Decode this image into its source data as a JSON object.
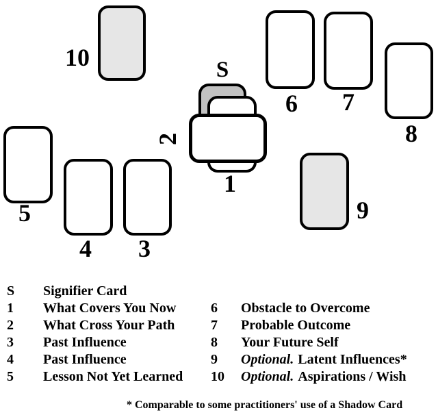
{
  "colors": {
    "card_border": "#000000",
    "card_fill": "#ffffff",
    "shaded_card_fill": "#e6e6e6",
    "signifier_card_fill": "#c2c2c2",
    "text": "#000000"
  },
  "spread": {
    "card_labels": {
      "s": "S",
      "p1": "1",
      "p2": "2",
      "p3": "3",
      "p4": "4",
      "p5": "5",
      "p6": "6",
      "p7": "7",
      "p8": "8",
      "p9": "9",
      "p10": "10"
    }
  },
  "legend": {
    "left": [
      {
        "key": "S",
        "text": "Signifier Card"
      },
      {
        "key": "1",
        "text": "What Covers You Now"
      },
      {
        "key": "2",
        "text": "What Cross Your Path"
      },
      {
        "key": "3",
        "text": "Past Influence"
      },
      {
        "key": "4",
        "text": "Past Influence"
      },
      {
        "key": "5",
        "text": "Lesson Not Yet Learned"
      }
    ],
    "right": [
      {
        "key": "6",
        "text": "Obstacle to Overcome"
      },
      {
        "key": "7",
        "text": "Probable Outcome"
      },
      {
        "key": "8",
        "text": "Your Future Self"
      },
      {
        "key": "9",
        "italic": "Optional.",
        "text": "Latent Influences*"
      },
      {
        "key": "10",
        "italic": "Optional.",
        "text": "Aspirations / Wish"
      }
    ],
    "footnote": "* Comparable to some practitioners' use of a Shadow Card"
  }
}
